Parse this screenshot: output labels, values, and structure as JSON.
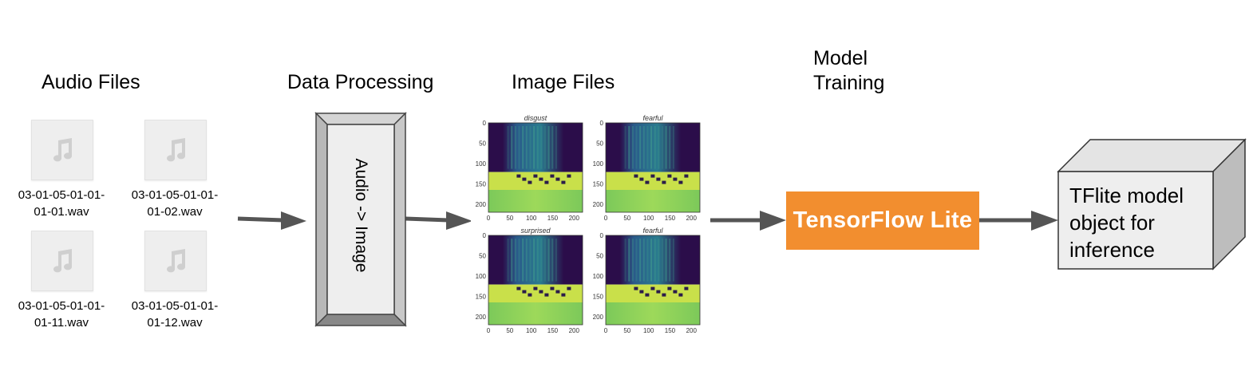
{
  "headings": {
    "audio": "Audio Files",
    "processing": "Data Processing",
    "images": "Image Files",
    "model_line1": "Model",
    "model_line2": "Training"
  },
  "audio_files": [
    {
      "line1": "03-01-05-01-01-",
      "line2": "01-01.wav",
      "icon": "music-note-icon"
    },
    {
      "line1": "03-01-05-01-01-",
      "line2": "01-02.wav",
      "icon": "music-note-icon"
    },
    {
      "line1": "03-01-05-01-01-",
      "line2": "01-11.wav",
      "icon": "music-note-icon"
    },
    {
      "line1": "03-01-05-01-01-",
      "line2": "01-12.wav",
      "icon": "music-note-icon"
    }
  ],
  "processing_label": "Audio -> Image",
  "spectrograms": [
    {
      "title": "disgust"
    },
    {
      "title": "fearful"
    },
    {
      "title": "surprised"
    },
    {
      "title": "fearful"
    }
  ],
  "spectrogram_axes": {
    "y_ticks": [
      "0",
      "50",
      "100",
      "150",
      "200"
    ],
    "x_ticks": [
      "0",
      "50",
      "100",
      "150",
      "200"
    ]
  },
  "tflite_label": "TensorFlow Lite",
  "output_text": {
    "line1": "TFlite model",
    "line2": "object for",
    "line3": "inference"
  },
  "colors": {
    "arrow": "#555555",
    "tflite_orange": "#f28e2f",
    "spectrogram_dark": "#2b0d4a",
    "spectrogram_mid": "#2a7b8e",
    "spectrogram_light": "#8fd14f"
  }
}
